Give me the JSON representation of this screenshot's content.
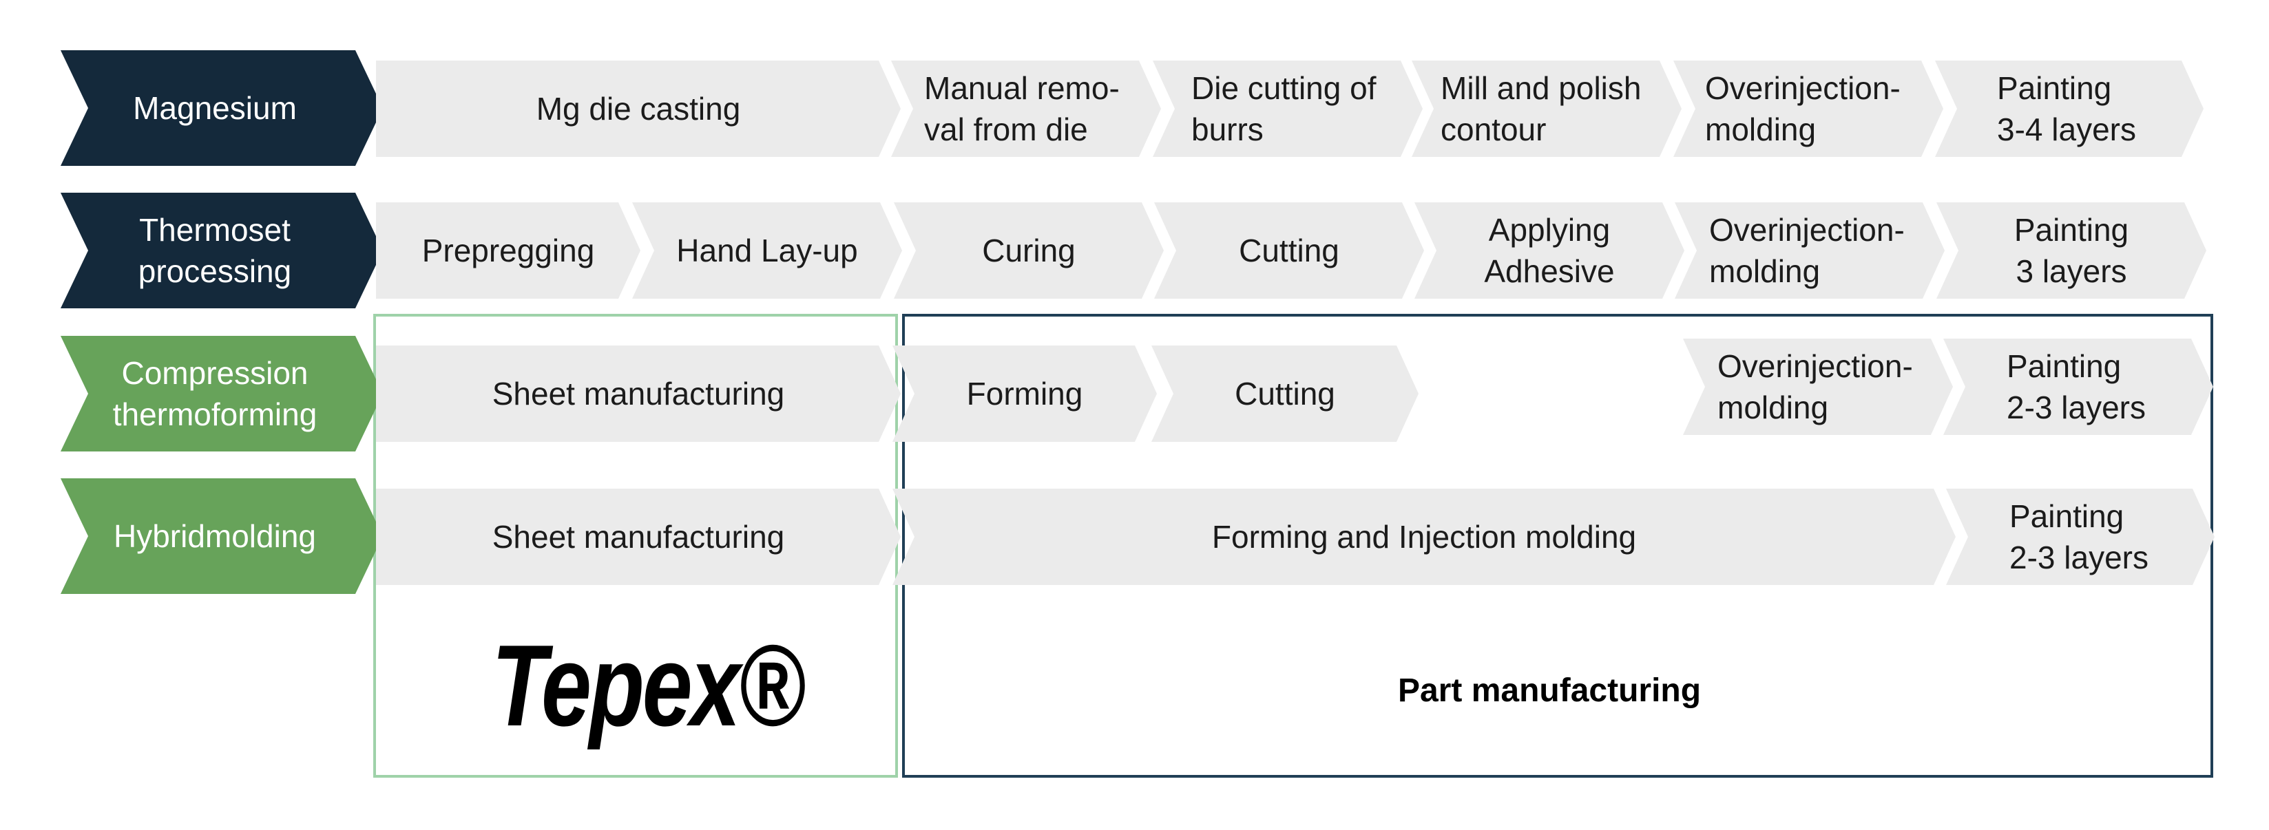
{
  "rows": [
    {
      "label": "Magnesium",
      "label_style": "dark",
      "steps": [
        "Mg die casting",
        "Manual remo-\nval from die",
        "Die cutting of\nburrs",
        "Mill and polish\ncontour",
        "Overinjection-\nmolding",
        "Painting\n3-4 layers"
      ]
    },
    {
      "label": "Thermoset\nprocessing",
      "label_style": "dark",
      "steps": [
        "Prepregging",
        "Hand Lay-up",
        "Curing",
        "Cutting",
        "Applying\nAdhesive",
        "Overinjection-\nmolding",
        "Painting\n3 layers"
      ]
    },
    {
      "label": "Compression\nthermoforming",
      "label_style": "green",
      "steps": [
        "Sheet manufacturing",
        "Forming",
        "Cutting",
        "Overinjection-\nmolding",
        "Painting\n2-3 layers"
      ]
    },
    {
      "label": "Hybridmolding",
      "label_style": "green",
      "steps": [
        "Sheet manufacturing",
        "Forming and Injection molding",
        "Painting\n2-3 layers"
      ]
    }
  ],
  "tepex_logo": "Tepex®",
  "part_manufacturing": "Part manufacturing",
  "colors": {
    "dark_label": "#14293b",
    "green_label": "#67a35a",
    "chevron_fill": "#ebebeb",
    "tepex_frame": "#9fd2a9",
    "part_frame": "#203f56"
  }
}
